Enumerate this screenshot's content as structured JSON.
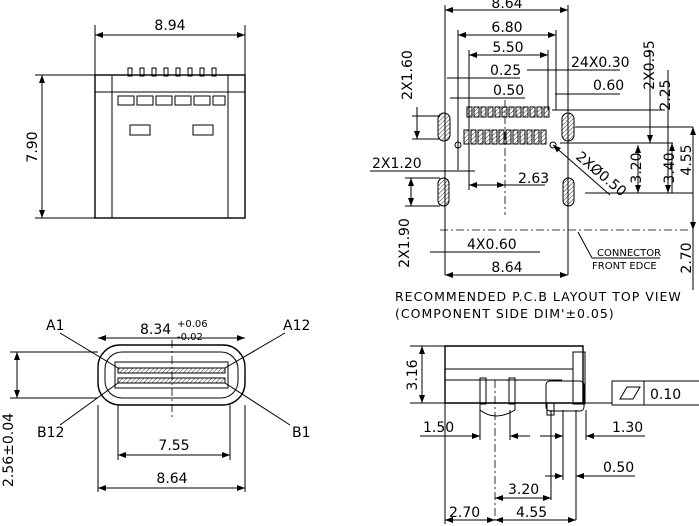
{
  "top_view": {
    "width": "8.94",
    "height": "7.90"
  },
  "front_view": {
    "pin_a1": "A1",
    "pin_a12": "A12",
    "pin_b12": "B12",
    "pin_b1": "B1",
    "opening_width": "8.34",
    "tol_plus": "+0.06",
    "tol_minus": "-0.02",
    "inner_width": "7.55",
    "outer_width": "8.64",
    "height": "2.56±0.04"
  },
  "pcb_layout": {
    "overall_width": "8.64",
    "span_680": "6.80",
    "span_550": "5.50",
    "pad_width": "0.25",
    "pitch": "0.50",
    "pad_count": "24X0.30",
    "offset_060": "0.60",
    "slot_top_h": "2X1.60",
    "row_095": "2X0.95",
    "dim_225": "2.25",
    "slot_w": "2X1.20",
    "dim_263": "2.63",
    "hole": "2XØ0.50",
    "dim_320": "3.20",
    "dim_340": "3.40",
    "dim_455": "4.55",
    "slot_bot_h": "2X1.90",
    "slot_bot_w": "4X0.60",
    "bottom_width": "8.64",
    "dim_270": "2.70",
    "edge_label_1": "CONNECTOR",
    "edge_label_2": "FRONT EDCE",
    "caption_1": "RECOMMENDED P.C.B LAYOUT TOP VIEW",
    "caption_2": "(COMPONENT SIDE DIM'±0.05)"
  },
  "side_view": {
    "height": "3.16",
    "flatness": "0.10",
    "dim_150": "1.50",
    "dim_130": "1.30",
    "dim_050": "0.50",
    "dim_320": "3.20",
    "dim_270": "2.70",
    "dim_455": "4.55"
  }
}
